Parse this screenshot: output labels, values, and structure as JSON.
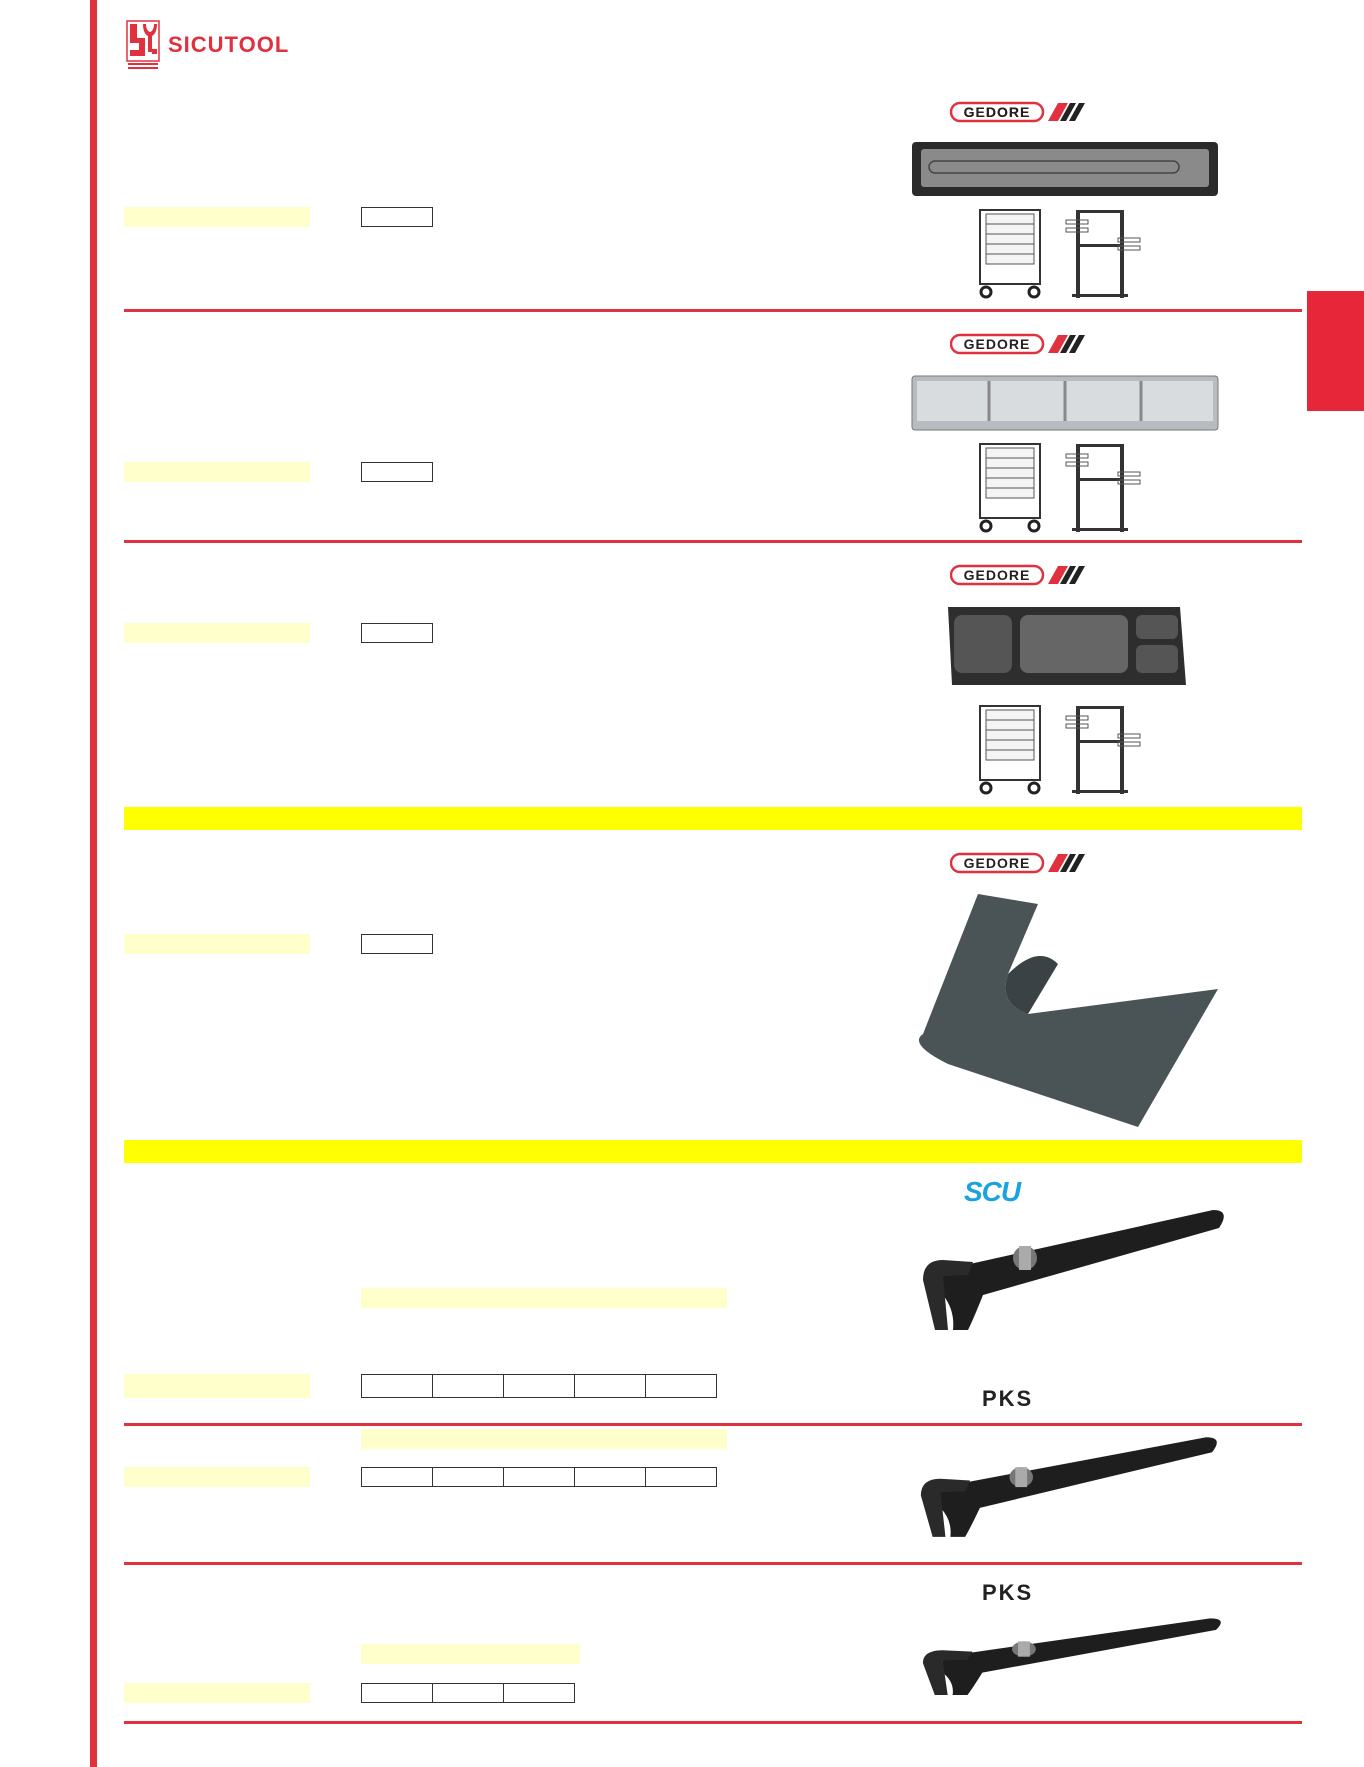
{
  "header": {
    "logo_text": "SICUTOOL",
    "logo_icon": "sicutool-wrench-logo"
  },
  "colors": {
    "accent_red": "#e0313f",
    "band_yellow": "#ffff00",
    "field_yellow": "#ffffcc",
    "scu_blue": "#1aa3e0"
  },
  "brands": {
    "gedore": "GEDORE",
    "scu": "SCU",
    "pks": "PKS"
  },
  "sections": [
    {
      "brand": "GEDORE",
      "product": "long-drawer-tray-icon",
      "table_cells": 1
    },
    {
      "brand": "GEDORE",
      "product": "compartment-tray-icon",
      "table_cells": 1
    },
    {
      "brand": "GEDORE",
      "product": "four-compartment-tray-icon",
      "table_cells": 1
    },
    {
      "brand": "GEDORE",
      "product": "anti-slip-mat-icon",
      "table_cells": 1
    },
    {
      "brand": "SCU",
      "product": "pipe-wrench-icon",
      "table_cells": 5
    },
    {
      "brand": "PKS",
      "product": "pipe-wrench-icon",
      "table_cells": 5
    },
    {
      "brand": "PKS",
      "product": "pipe-wrench-icon",
      "table_cells": 3
    }
  ]
}
